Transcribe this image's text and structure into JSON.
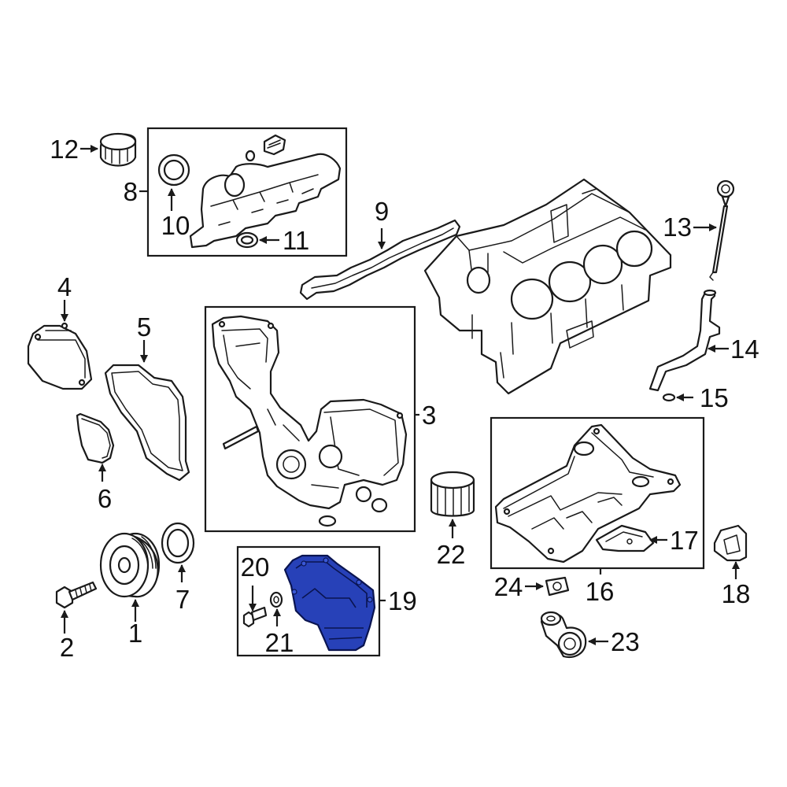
{
  "callouts": {
    "c1": "1",
    "c2": "2",
    "c3": "3",
    "c4": "4",
    "c5": "5",
    "c6": "6",
    "c7": "7",
    "c8": "8",
    "c9": "9",
    "c10": "10",
    "c11": "11",
    "c12": "12",
    "c13": "13",
    "c14": "14",
    "c15": "15",
    "c16": "16",
    "c17": "17",
    "c18": "18",
    "c19": "19",
    "c20": "20",
    "c21": "21",
    "c22": "22",
    "c23": "23",
    "c24": "24"
  },
  "highlight": {
    "part": "19",
    "color": "#2741b8"
  },
  "line_color": "#1a1a1a"
}
